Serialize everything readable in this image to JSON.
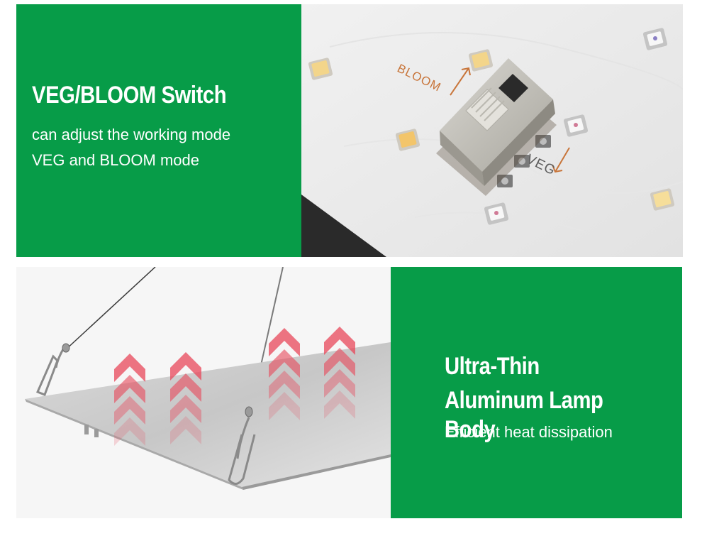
{
  "top_panel": {
    "heading": "VEG/BLOOM Switch",
    "subtext": [
      "can adjust the working mode",
      "VEG and BLOOM mode"
    ],
    "board_labels": {
      "bloom": "BLOOM",
      "veg": "VEG"
    }
  },
  "bottom_panel": {
    "heading_lines": [
      "Ultra-Thin",
      "Aluminum Lamp Body"
    ],
    "subtext": "Efficient heat dissipation"
  },
  "colors": {
    "brand_green": "#079c48",
    "board_white": "#eeeeee",
    "arrow_red": "#e8475a",
    "label_orange": "#c8753a"
  }
}
